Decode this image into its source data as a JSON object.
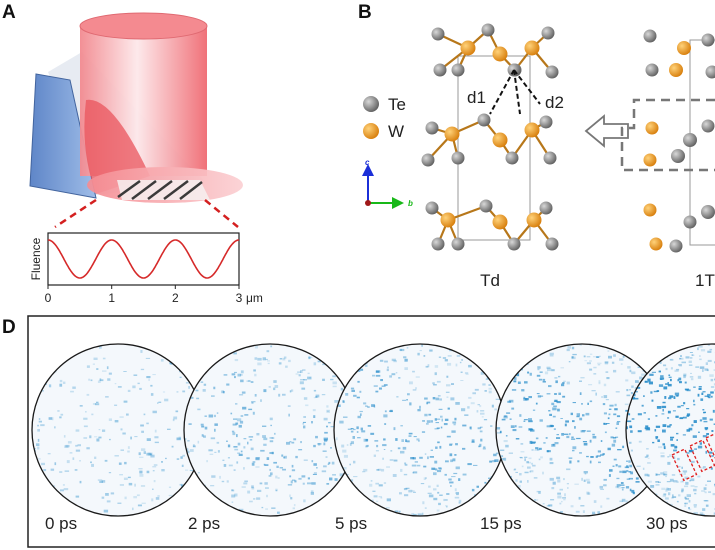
{
  "panels": {
    "a": {
      "letter": "A",
      "plot": {
        "ylabel": "Fluence",
        "xticks": [
          "0",
          "1",
          "2",
          "3"
        ],
        "unit": "μm"
      }
    },
    "b": {
      "letter": "B",
      "legend": [
        {
          "label": "Te",
          "color": "#7f7f7f"
        },
        {
          "label": "W",
          "color": "#f0961e"
        }
      ],
      "bond_labels": [
        "d1",
        "d2"
      ],
      "axes": {
        "c": "c",
        "b": "b"
      },
      "phase_left": "Td",
      "phase_right": "1T"
    },
    "d": {
      "letter": "D",
      "frames": [
        "0 ps",
        "2 ps",
        "5 ps",
        "15 ps",
        "30 ps"
      ]
    }
  },
  "colors": {
    "beam": "#e04850",
    "prism": "#7a9fd6",
    "signal": "#1f88c8",
    "grating_box": "#e02020"
  }
}
